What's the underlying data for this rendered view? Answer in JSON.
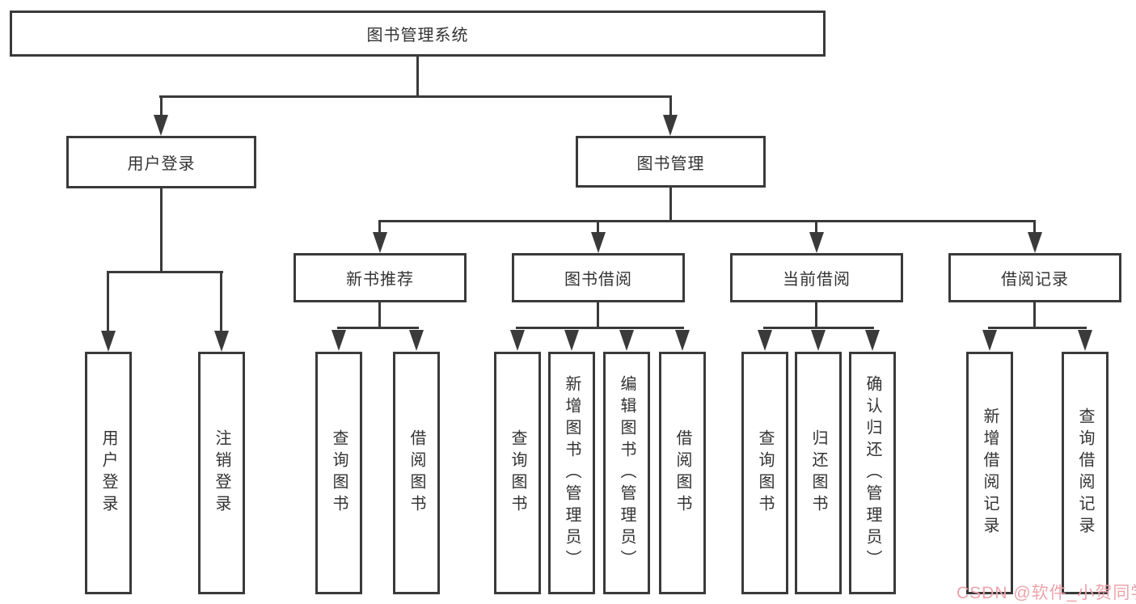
{
  "diagram": {
    "root": {
      "label": "图书管理系统"
    },
    "branches": [
      {
        "label": "用户登录",
        "children": [
          {
            "label": "用户登录"
          },
          {
            "label": "注销登录"
          }
        ]
      },
      {
        "label": "图书管理",
        "children": [
          {
            "label": "新书推荐",
            "children": [
              {
                "label": "查询图书"
              },
              {
                "label": "借阅图书"
              }
            ]
          },
          {
            "label": "图书借阅",
            "children": [
              {
                "label": "查询图书"
              },
              {
                "label": "新增图书（管理员）"
              },
              {
                "label": "编辑图书（管理员）"
              },
              {
                "label": "借阅图书"
              }
            ]
          },
          {
            "label": "当前借阅",
            "children": [
              {
                "label": "查询图书"
              },
              {
                "label": "归还图书"
              },
              {
                "label": "确认归还（管理员）"
              }
            ]
          },
          {
            "label": "借阅记录",
            "children": [
              {
                "label": "新增借阅记录"
              },
              {
                "label": "查询借阅记录"
              }
            ]
          }
        ]
      }
    ]
  },
  "watermark": {
    "text": "CSDN @软件_小贺同学",
    "color": "#eea3ab"
  },
  "colors": {
    "line": "#3a3a3a",
    "text": "#333333",
    "background": "#ffffff"
  }
}
